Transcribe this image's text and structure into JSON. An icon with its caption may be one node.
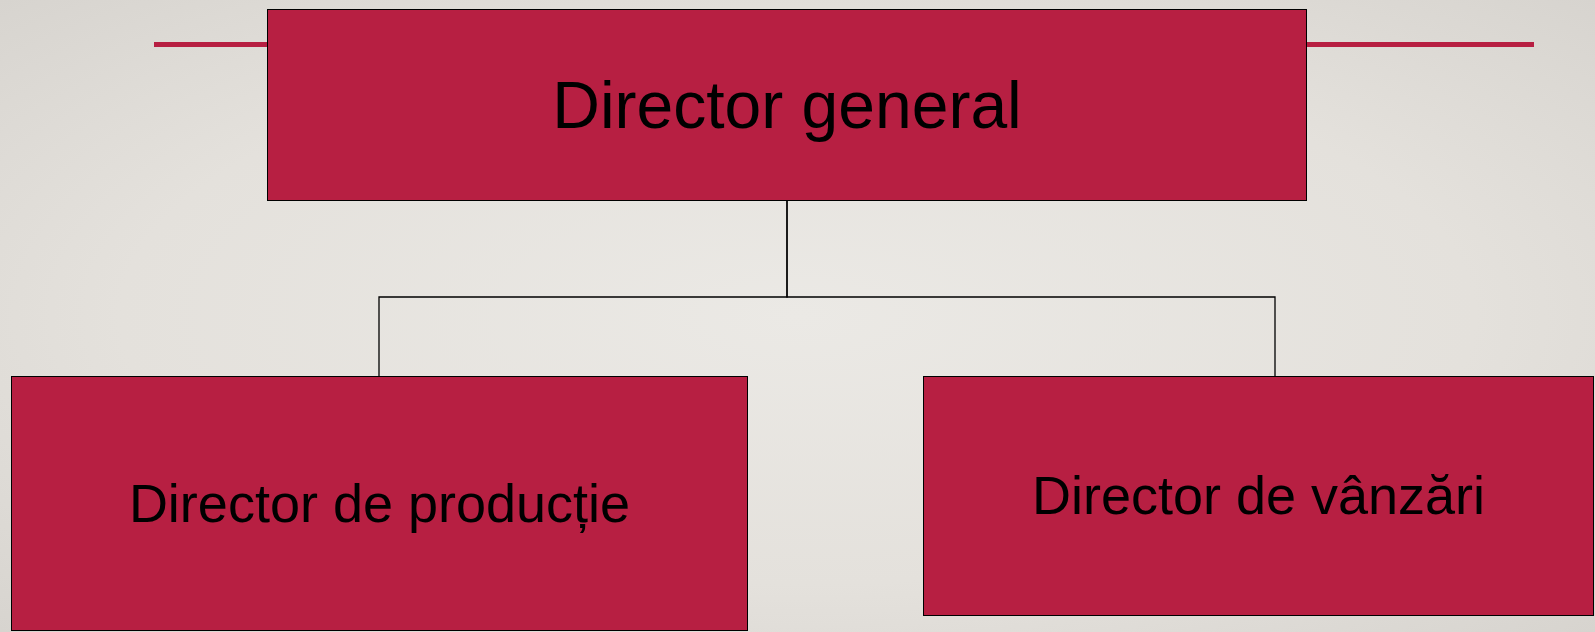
{
  "diagram": {
    "nodes": [
      {
        "text": [
          "Director general"
        ]
      },
      {
        "text": [
          "Director de producție"
        ]
      },
      {
        "text": [
          "Director de vânzări"
        ]
      }
    ],
    "edges": [
      {
        "from": 0,
        "to": 1,
        "arrow": "none"
      },
      {
        "from": 0,
        "to": 2,
        "arrow": "none"
      }
    ]
  }
}
